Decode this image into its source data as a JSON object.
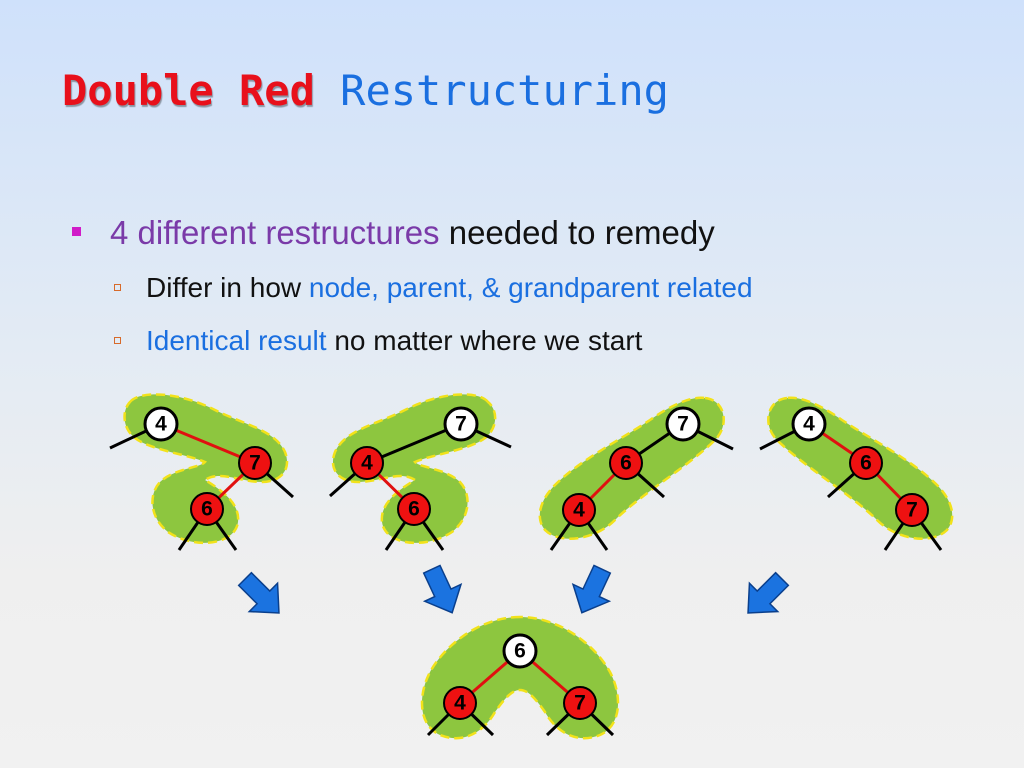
{
  "slide": {
    "title_part1": "Double Red",
    "title_part2": "Restructuring",
    "bullets": [
      {
        "text_highlight": "4 different restructures",
        "text_rest": " needed to remedy"
      },
      {
        "text_plain": "Differ in how ",
        "text_highlight": "node, parent, & grandparent related"
      },
      {
        "text_highlight": "Identical result",
        "text_rest": " no matter where we start"
      }
    ]
  },
  "diagram": {
    "colors": {
      "blob": "#8dc63f",
      "blob_border": "#f2e21a",
      "red_node": "#ee1111",
      "black_node": "#ffffff",
      "red_edge": "#e01010",
      "arrow": "#1b73e0"
    },
    "cases": [
      {
        "nodes": [
          "4",
          "7",
          "6"
        ],
        "node_colors": [
          "black",
          "red",
          "red"
        ]
      },
      {
        "nodes": [
          "7",
          "4",
          "6"
        ],
        "node_colors": [
          "black",
          "red",
          "red"
        ]
      },
      {
        "nodes": [
          "7",
          "6",
          "4"
        ],
        "node_colors": [
          "black",
          "red",
          "red"
        ]
      },
      {
        "nodes": [
          "4",
          "6",
          "7"
        ],
        "node_colors": [
          "black",
          "red",
          "red"
        ]
      }
    ],
    "result": {
      "nodes": [
        "6",
        "4",
        "7"
      ],
      "node_colors": [
        "black",
        "red",
        "red"
      ]
    },
    "arrow_icon": "down-arrow-icon"
  }
}
